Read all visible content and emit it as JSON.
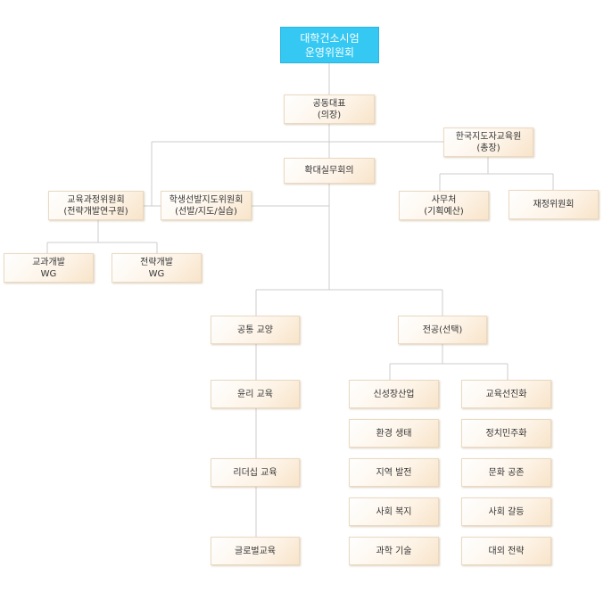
{
  "nodes": {
    "top": {
      "line1": "대학건소시엄",
      "line2": "운영위원회"
    },
    "rep": {
      "line1": "공동대표",
      "line2": "(의장)"
    },
    "kor": {
      "line1": "한국지도자교육원",
      "line2": "(총장)"
    },
    "exp": {
      "line1": "확대실무회의"
    },
    "cur": {
      "line1": "교육과정위원회",
      "line2": "(전략개발연구원)"
    },
    "stu": {
      "line1": "학생선발지도위원회",
      "line2": "(선발/지도/실습)"
    },
    "off": {
      "line1": "사무처",
      "line2": "(기획예산)"
    },
    "fin": {
      "line1": "재정위원회"
    },
    "wg1": {
      "line1": "교과개발",
      "line2": "WG"
    },
    "wg2": {
      "line1": "전략개발",
      "line2": "WG"
    },
    "common": {
      "line1": "공통 교양"
    },
    "major": {
      "line1": "전공(선택)"
    },
    "c1": {
      "line1": "윤리 교육"
    },
    "c2": {
      "line1": "리더십 교육"
    },
    "c3": {
      "line1": "글로벌교육"
    },
    "ma": [
      "신성장산업",
      "환경 생태",
      "지역 발전",
      "사회 복지",
      "과학 기술"
    ],
    "mb": [
      "교육선진화",
      "정치민주화",
      "문화 공존",
      "사회 갈등",
      "대외 전략"
    ]
  }
}
